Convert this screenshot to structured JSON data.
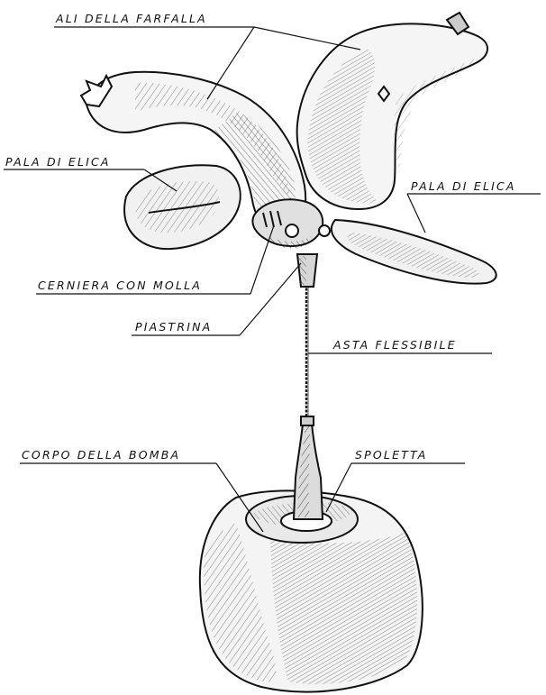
{
  "labels": {
    "wings": "ALI DELLA FARFALLA",
    "blade_left": "PALA DI ELICA",
    "blade_right": "PALA DI ELICA",
    "hinge": "CERNIERA CON MOLLA",
    "plate": "PIASTRINA",
    "rod": "ASTA FLESSIBILE",
    "body": "CORPO DELLA BOMBA",
    "fuze": "SPOLETTA"
  },
  "colors": {
    "ink": "#111111",
    "paper": "#ffffff",
    "shade": "#9a9a9a"
  }
}
